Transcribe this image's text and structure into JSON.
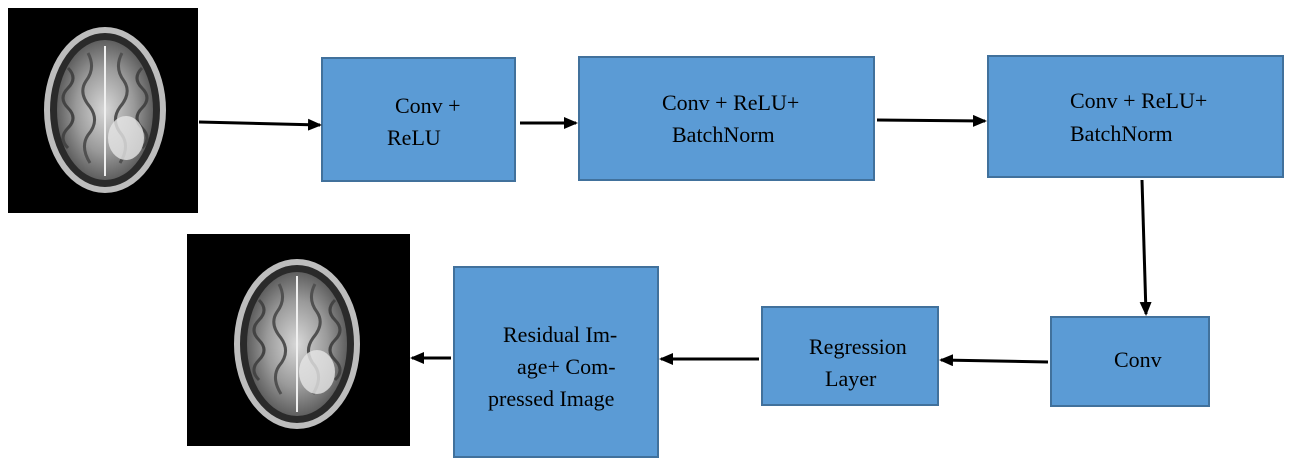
{
  "diagram": {
    "input_image": {
      "icon": "brain-mri-scan-icon"
    },
    "output_image": {
      "icon": "brain-mri-scan-icon"
    },
    "blocks": {
      "conv_relu": {
        "line1": "Conv +",
        "line2": "ReLU"
      },
      "conv_relu_bn_1": {
        "line1": "Conv + ReLU+",
        "line2": "BatchNorm"
      },
      "conv_relu_bn_2": {
        "line1": "Conv + ReLU+",
        "line2": "BatchNorm"
      },
      "conv": {
        "line1": "Conv"
      },
      "regression": {
        "line1": "Regression",
        "line2": "Layer"
      },
      "residual": {
        "line1": "Residual Im-",
        "line2": "age+ Com-",
        "line3": "pressed Image"
      }
    },
    "colors": {
      "box_fill": "#5b9bd5",
      "box_border": "#41719c",
      "arrow": "#000000",
      "image_background": "#000000"
    }
  }
}
